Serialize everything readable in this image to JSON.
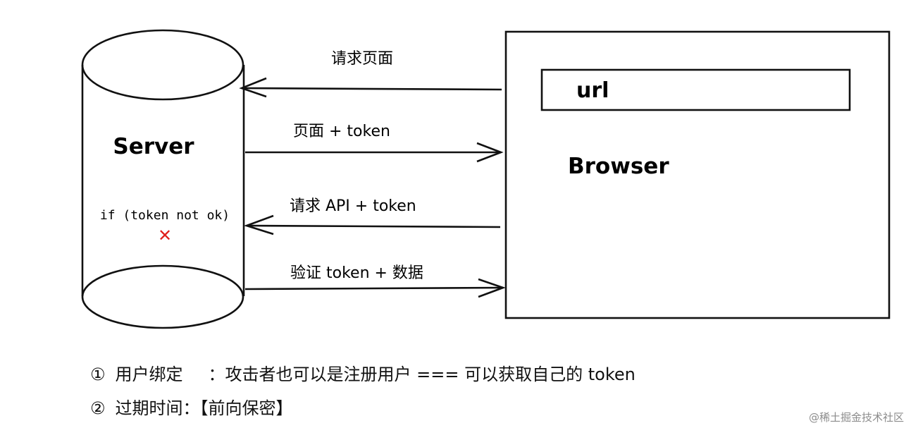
{
  "server": {
    "title": "Server",
    "condition": "if (token not ok)",
    "mark": "✕"
  },
  "browser": {
    "title": "Browser",
    "url_label": "url"
  },
  "arrows": [
    {
      "label": "请求页面",
      "direction": "to-server"
    },
    {
      "label": "页面 + token",
      "direction": "to-browser"
    },
    {
      "label": "请求 API + token",
      "direction": "to-server"
    },
    {
      "label": "验证 token + 数据",
      "direction": "to-browser"
    }
  ],
  "notes": [
    {
      "num": "①",
      "title": "用户绑定",
      "sep": "：",
      "text": "攻击者也可以是注册用户 === 可以获取自己的 token"
    },
    {
      "num": "②",
      "title": "过期时间：",
      "text": "【前向保密】"
    }
  ],
  "colors": {
    "stroke": "#111111",
    "error": "#e0201b"
  },
  "watermark": "@稀土掘金技术社区"
}
